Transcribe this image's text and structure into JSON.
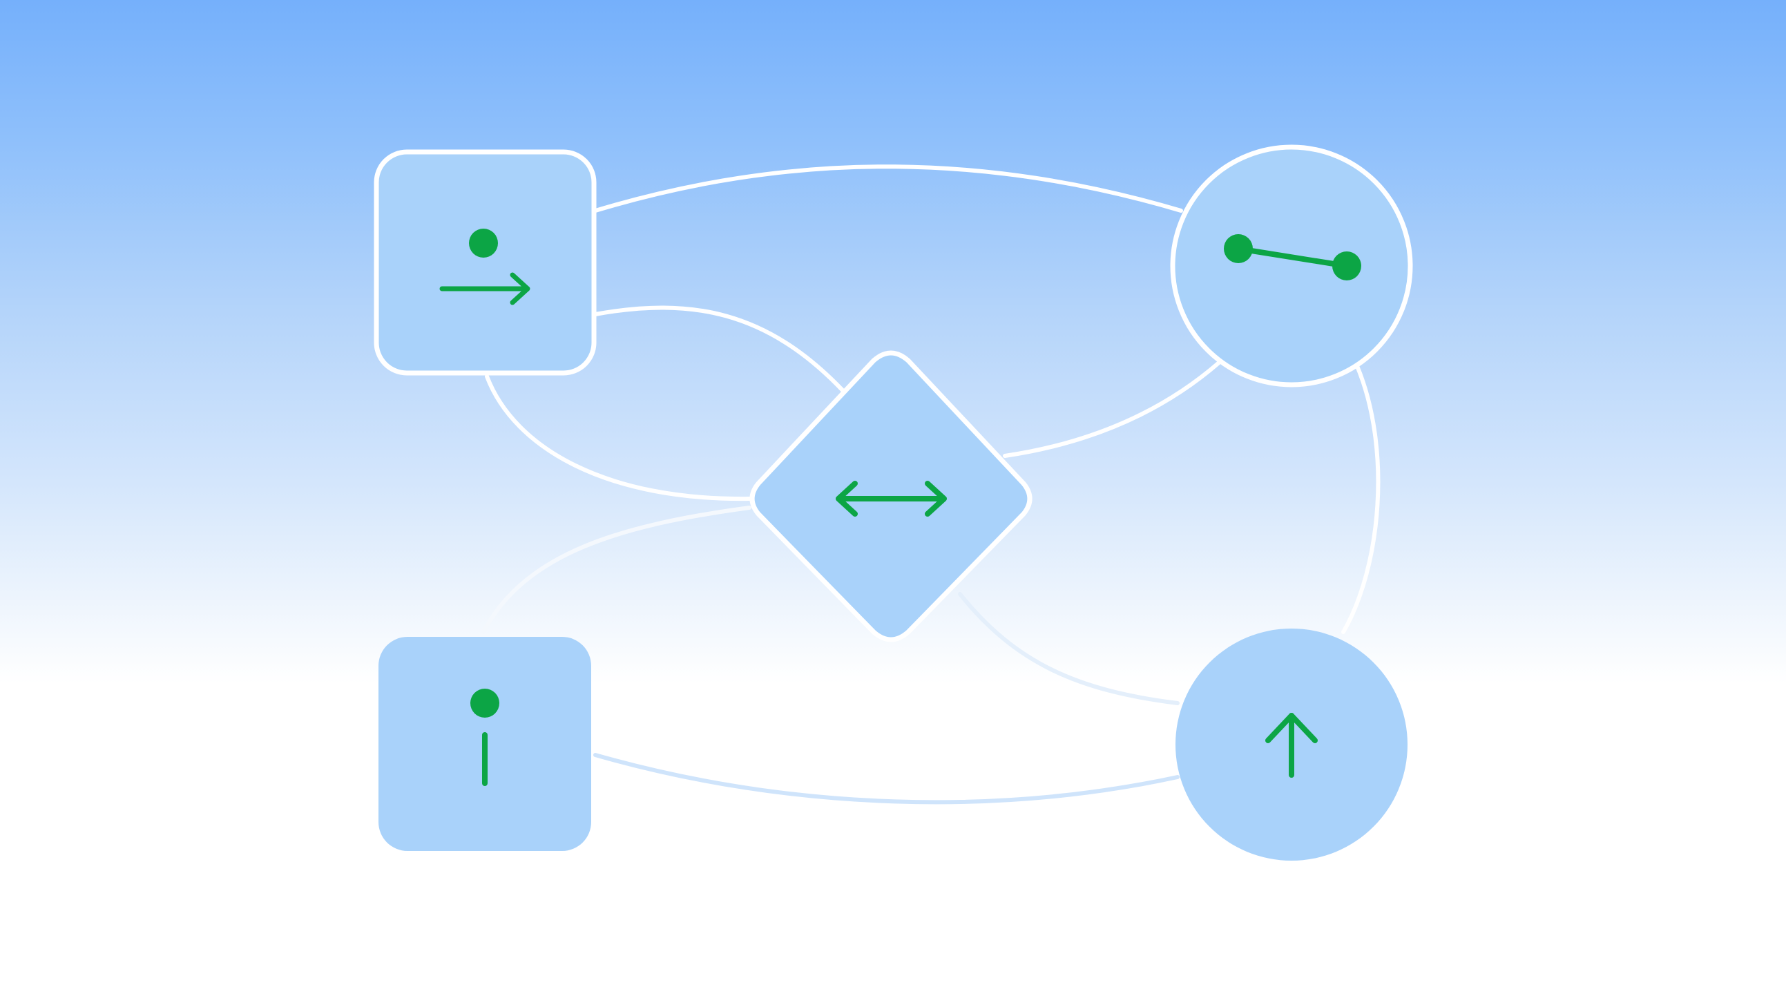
{
  "colors": {
    "node_fill": "#a9d2fa",
    "node_stroke": "#ffffff",
    "connector": "#ffffff",
    "connector_faint": "#cfe4fb",
    "glyph": "#0ca545"
  },
  "nodes": [
    {
      "id": "top-left-square",
      "shape": "rounded-square",
      "icon": "dot-right-arrow-icon"
    },
    {
      "id": "top-right-circle",
      "shape": "circle",
      "icon": "connected-dots-icon"
    },
    {
      "id": "center-diamond",
      "shape": "diamond",
      "icon": "double-arrow-icon"
    },
    {
      "id": "bottom-left-square",
      "shape": "rounded-square",
      "icon": "info-icon"
    },
    {
      "id": "bottom-right-circle",
      "shape": "circle",
      "icon": "up-arrow-icon"
    }
  ],
  "edges": [
    {
      "from": "top-left-square",
      "to": "top-right-circle"
    },
    {
      "from": "top-left-square",
      "to": "center-diamond"
    },
    {
      "from": "top-left-square",
      "to": "center-diamond"
    },
    {
      "from": "center-diamond",
      "to": "top-right-circle"
    },
    {
      "from": "center-diamond",
      "to": "bottom-left-square"
    },
    {
      "from": "center-diamond",
      "to": "bottom-right-circle"
    },
    {
      "from": "top-right-circle",
      "to": "bottom-right-circle"
    },
    {
      "from": "bottom-left-square",
      "to": "bottom-right-circle"
    }
  ]
}
